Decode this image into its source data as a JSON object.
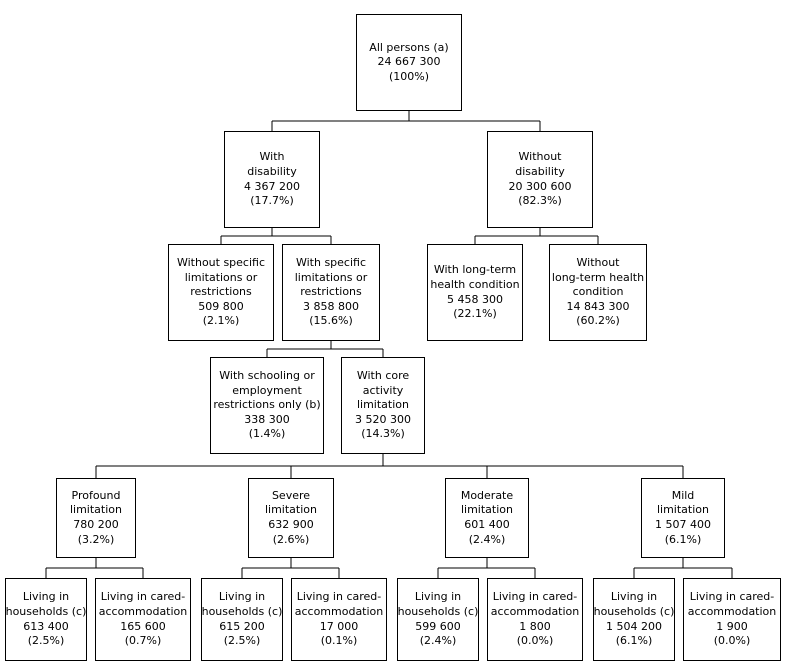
{
  "nodes": [
    {
      "id": "all-persons",
      "lines": [
        "All persons (a)",
        "24 667 300",
        "(100%)"
      ]
    },
    {
      "id": "with-disability",
      "lines": [
        "With",
        "disability",
        "4 367 200",
        "(17.7%)"
      ]
    },
    {
      "id": "without-disability",
      "lines": [
        "Without",
        "disability",
        "20 300 600",
        "(82.3%)"
      ]
    },
    {
      "id": "without-specific-limitations",
      "lines": [
        "Without specific",
        "limitations or",
        "restrictions",
        "509 800",
        "(2.1%)"
      ]
    },
    {
      "id": "with-specific-limitations",
      "lines": [
        "With specific",
        "limitations or",
        "restrictions",
        "3 858 800",
        "(15.6%)"
      ]
    },
    {
      "id": "with-long-term-condition",
      "lines": [
        "With long-term",
        "health condition",
        "5 458 300",
        "(22.1%)"
      ]
    },
    {
      "id": "without-long-term-condition",
      "lines": [
        "Without",
        "long-term health",
        "condition",
        "14 843 300",
        "(60.2%)"
      ]
    },
    {
      "id": "schooling-employment-only",
      "lines": [
        "With schooling or",
        "employment",
        "restrictions only (b)",
        "338 300",
        "(1.4%)"
      ]
    },
    {
      "id": "core-activity-limitation",
      "lines": [
        "With core",
        "activity",
        "limitation",
        "3 520 300",
        "(14.3%)"
      ]
    },
    {
      "id": "profound-limitation",
      "lines": [
        "Profound",
        "limitation",
        "780 200",
        "(3.2%)"
      ]
    },
    {
      "id": "severe-limitation",
      "lines": [
        "Severe",
        "limitation",
        "632 900",
        "(2.6%)"
      ]
    },
    {
      "id": "moderate-limitation",
      "lines": [
        "Moderate",
        "limitation",
        "601 400",
        "(2.4%)"
      ]
    },
    {
      "id": "mild-limitation",
      "lines": [
        "Mild",
        "limitation",
        "1 507 400",
        "(6.1%)"
      ]
    },
    {
      "id": "profound-households",
      "lines": [
        "Living in",
        "households (c)",
        "613 400",
        "(2.5%)"
      ]
    },
    {
      "id": "profound-cared-accommodation",
      "lines": [
        "Living in cared-",
        "accommodation",
        "165 600",
        "(0.7%)"
      ]
    },
    {
      "id": "severe-households",
      "lines": [
        "Living in",
        "households (c)",
        "615 200",
        "(2.5%)"
      ]
    },
    {
      "id": "severe-cared-accommodation",
      "lines": [
        "Living in cared-",
        "accommodation",
        "17 000",
        "(0.1%)"
      ]
    },
    {
      "id": "moderate-households",
      "lines": [
        "Living in",
        "households (c)",
        "599 600",
        "(2.4%)"
      ]
    },
    {
      "id": "moderate-cared-accommodation",
      "lines": [
        "Living in cared-",
        "accommodation",
        "1 800",
        "(0.0%)"
      ]
    },
    {
      "id": "mild-households",
      "lines": [
        "Living in",
        "households (c)",
        "1 504 200",
        "(6.1%)"
      ]
    },
    {
      "id": "mild-cared-accommodation",
      "lines": [
        "Living in cared-",
        "accommodation",
        "1 900",
        "(0.0%)"
      ]
    }
  ],
  "edges": [
    [
      "all-persons",
      "with-disability"
    ],
    [
      "all-persons",
      "without-disability"
    ],
    [
      "with-disability",
      "without-specific-limitations"
    ],
    [
      "with-disability",
      "with-specific-limitations"
    ],
    [
      "without-disability",
      "with-long-term-condition"
    ],
    [
      "without-disability",
      "without-long-term-condition"
    ],
    [
      "with-specific-limitations",
      "schooling-employment-only"
    ],
    [
      "with-specific-limitations",
      "core-activity-limitation"
    ],
    [
      "core-activity-limitation",
      "profound-limitation"
    ],
    [
      "core-activity-limitation",
      "severe-limitation"
    ],
    [
      "core-activity-limitation",
      "moderate-limitation"
    ],
    [
      "core-activity-limitation",
      "mild-limitation"
    ],
    [
      "profound-limitation",
      "profound-households"
    ],
    [
      "profound-limitation",
      "profound-cared-accommodation"
    ],
    [
      "severe-limitation",
      "severe-households"
    ],
    [
      "severe-limitation",
      "severe-cared-accommodation"
    ],
    [
      "moderate-limitation",
      "moderate-households"
    ],
    [
      "moderate-limitation",
      "moderate-cared-accommodation"
    ],
    [
      "mild-limitation",
      "mild-households"
    ],
    [
      "mild-limitation",
      "mild-cared-accommodation"
    ]
  ]
}
